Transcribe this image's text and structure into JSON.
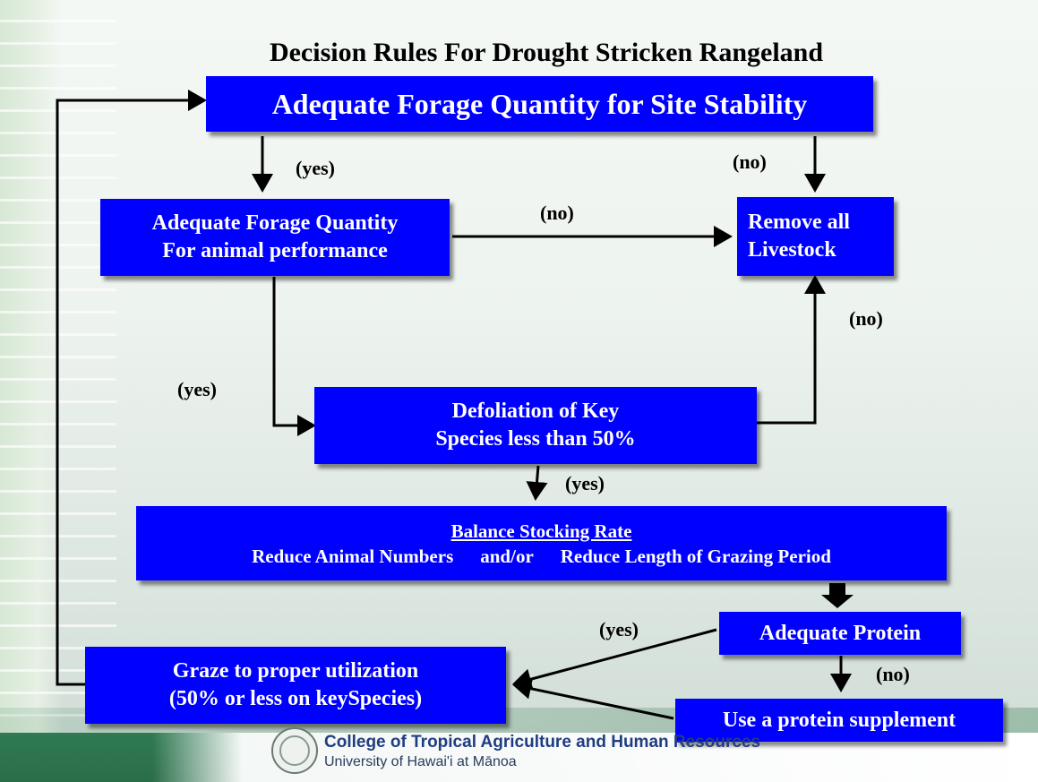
{
  "title": "Decision Rules For Drought Stricken Rangeland",
  "boxes": {
    "site_stability": "Adequate Forage Quantity for Site Stability",
    "animal_perf_line1": "Adequate Forage Quantity",
    "animal_perf_line2": "For animal performance",
    "remove_line1": "Remove all",
    "remove_line2": "Livestock",
    "defoliation_line1": "Defoliation of Key",
    "defoliation_line2": "Species less than 50%",
    "balance_title": "Balance Stocking Rate",
    "balance_left": "Reduce Animal Numbers",
    "balance_mid": "and/or",
    "balance_right": "Reduce Length of Grazing Period",
    "protein": "Adequate Protein",
    "graze_line1": "Graze to proper utilization",
    "graze_line2": "(50% or less on keySpecies)",
    "supplement": "Use a protein supplement"
  },
  "labels": {
    "yes_1": "(yes)",
    "no_1": "(no)",
    "no_2": "(no)",
    "no_3": "(no)",
    "yes_2": "(yes)",
    "yes_3": "(yes)",
    "yes_4": "(yes)",
    "no_4": "(no)"
  },
  "footer": {
    "college": "College of Tropical Agriculture and Human Resources",
    "university": "University of Hawai'i at Mānoa"
  },
  "colors": {
    "box_fill": "#0000ff",
    "box_text": "#ffffff",
    "arrow": "#000000"
  }
}
